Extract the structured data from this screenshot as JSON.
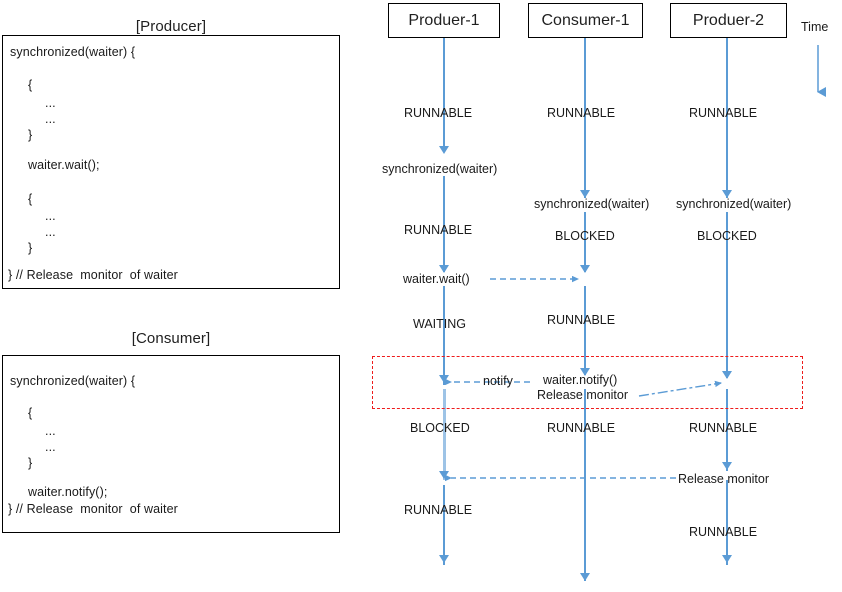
{
  "panels": [
    {
      "title": "[Producer]",
      "lines": [
        "synchronized(waiter) {",
        "{",
        "...",
        "...",
        "}",
        "waiter.wait();",
        "{",
        "...",
        "...",
        "}",
        "} // Release  monitor  of waiter"
      ]
    },
    {
      "title": "[Consumer]",
      "lines": [
        "synchronized(waiter) {",
        "{",
        "...",
        "...",
        "}",
        "waiter.notify();",
        "} // Release  monitor  of waiter"
      ]
    }
  ],
  "diagram": {
    "time_label": "Time",
    "actors": [
      {
        "label": "Produer-1"
      },
      {
        "label": "Consumer-1"
      },
      {
        "label": "Produer-2"
      }
    ],
    "producer1": {
      "state_runnable_1": "RUNNABLE",
      "note_sync": "synchronized(waiter)",
      "state_runnable_2": "RUNNABLE",
      "note_wait": "waiter.wait()",
      "state_waiting": "WAITING",
      "note_notify": "notify",
      "state_blocked": "BLOCKED",
      "state_runnable_3": "RUNNABLE"
    },
    "consumer1": {
      "state_runnable_1": "RUNNABLE",
      "note_sync": "synchronized(waiter)",
      "state_blocked": "BLOCKED",
      "state_runnable_2": "RUNNABLE",
      "note_notify_call": "waiter.notify()",
      "note_release_monitor": "Release  monitor",
      "state_runnable_3": "RUNNABLE"
    },
    "producer2": {
      "state_runnable_1": "RUNNABLE",
      "note_sync": "synchronized(waiter)",
      "state_blocked": "BLOCKED",
      "state_runnable_2": "RUNNABLE",
      "note_release_monitor": "Release  monitor",
      "state_runnable_3": "RUNNABLE"
    },
    "colors": {
      "lifeline": "#5b9bd5",
      "highlight": "#ee1c1c",
      "box_border": "#000000"
    }
  }
}
